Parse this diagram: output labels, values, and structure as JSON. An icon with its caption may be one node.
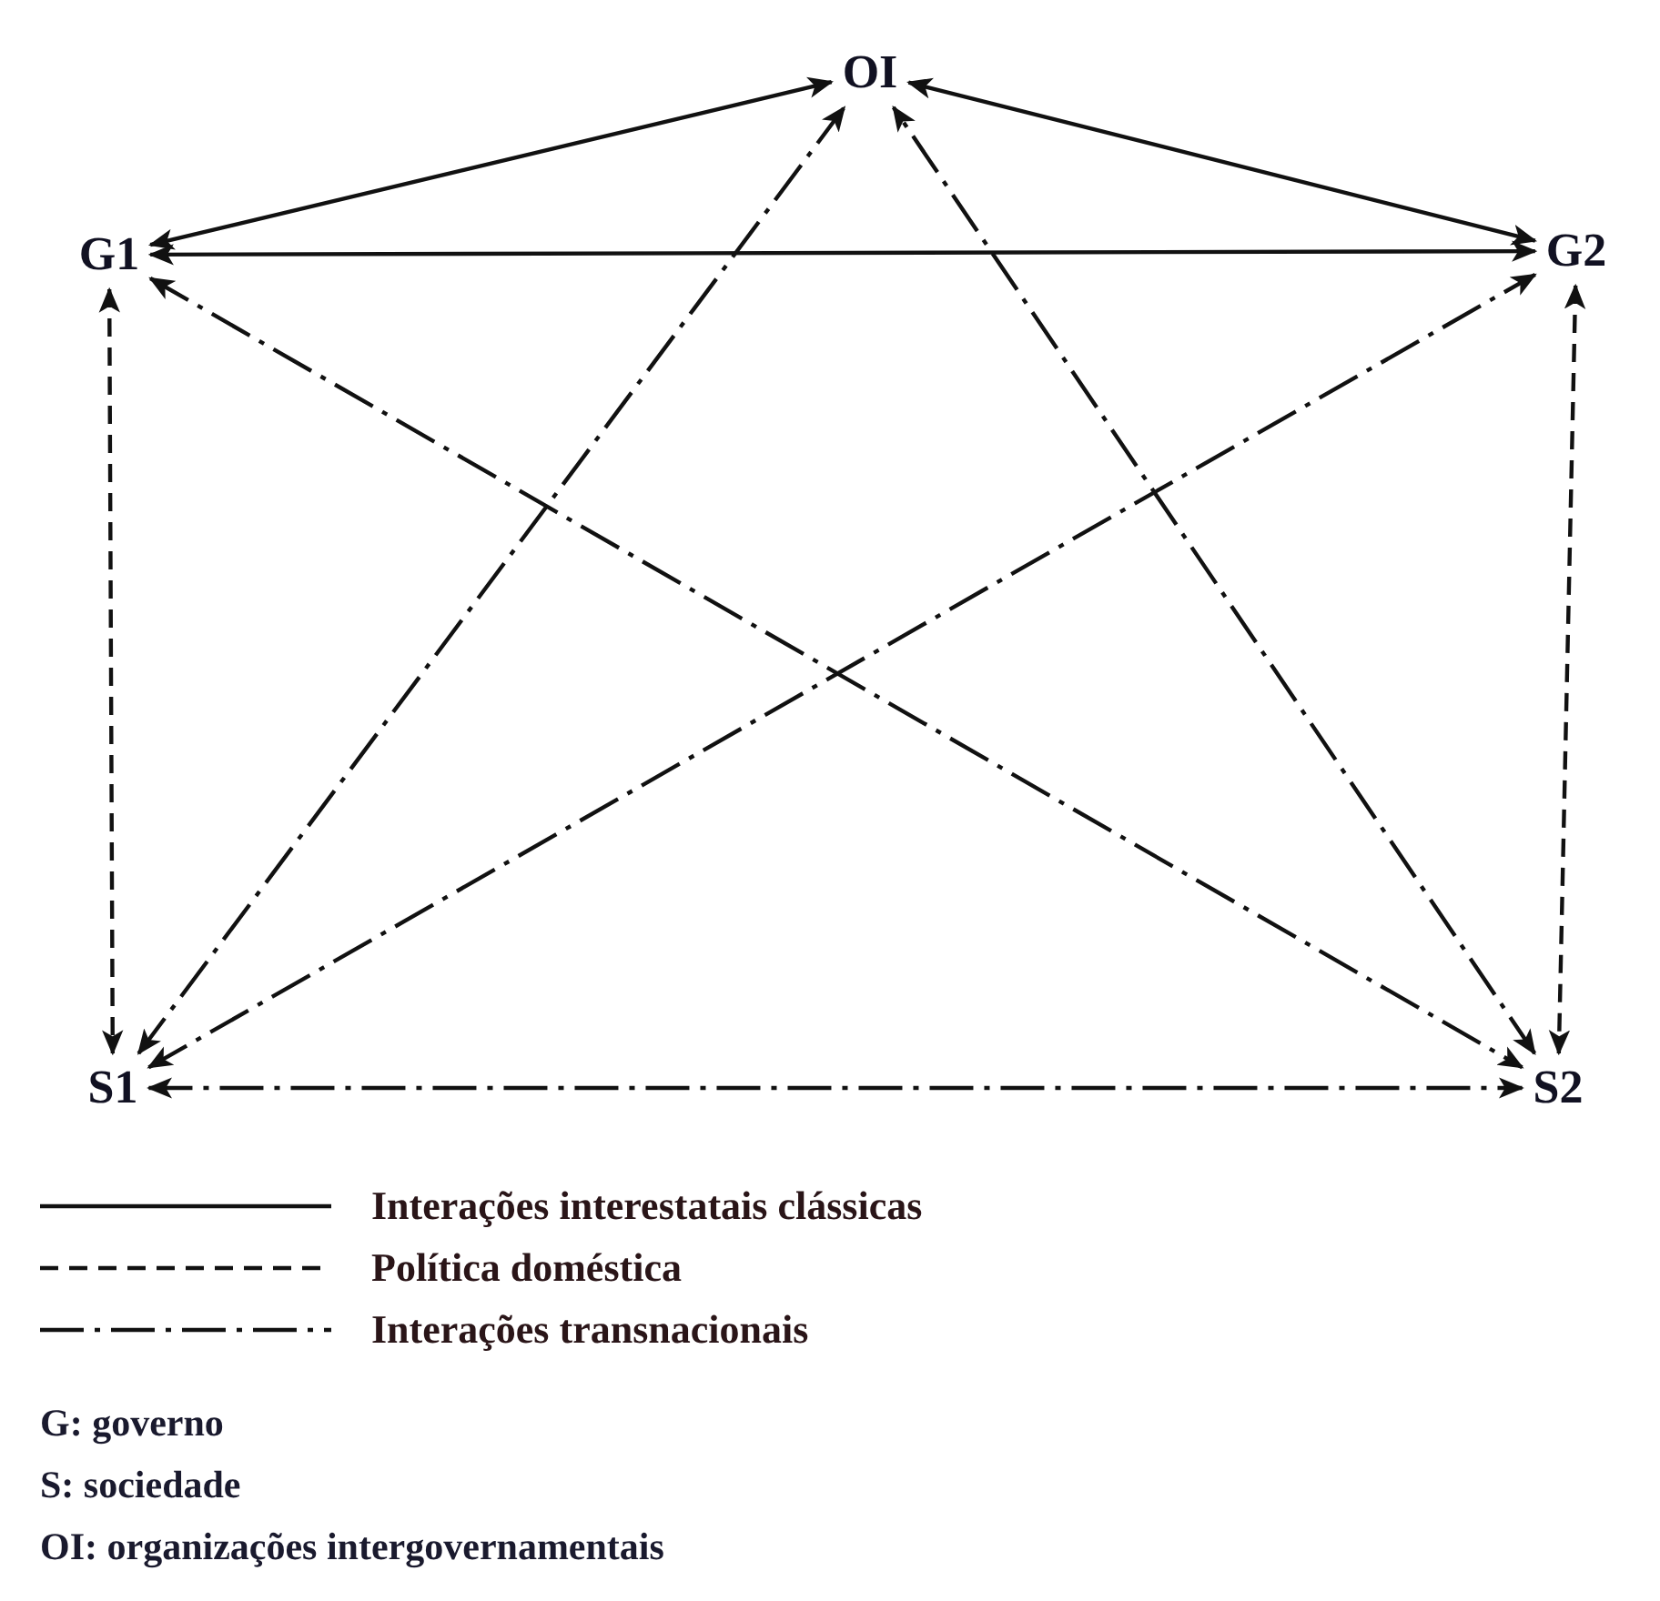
{
  "diagram": {
    "nodes": [
      {
        "text": [
          "OI"
        ]
      },
      {
        "text": [
          "G1"
        ]
      },
      {
        "text": [
          "G2"
        ]
      },
      {
        "text": [
          "S1"
        ]
      },
      {
        "text": [
          "S2"
        ]
      }
    ],
    "edges": [
      {
        "from": 1,
        "to": 0,
        "arrow": "both"
      },
      {
        "from": 0,
        "to": 2,
        "arrow": "both"
      },
      {
        "from": 1,
        "to": 2,
        "arrow": "both"
      },
      {
        "from": 1,
        "to": 3,
        "arrow": "both",
        "style": "dashed"
      },
      {
        "from": 2,
        "to": 4,
        "arrow": "both",
        "style": "dashed"
      },
      {
        "from": 3,
        "to": 0,
        "arrow": "both",
        "style": "dashed"
      },
      {
        "from": 4,
        "to": 0,
        "arrow": "both",
        "style": "dashed"
      },
      {
        "from": 1,
        "to": 4,
        "arrow": "both",
        "style": "dashed"
      },
      {
        "from": 3,
        "to": 2,
        "arrow": "both",
        "style": "dashed"
      },
      {
        "from": 3,
        "to": 4,
        "arrow": "both",
        "style": "dashed"
      }
    ],
    "labels": [
      "G: governo",
      "S: sociedade",
      "OI: organizações intergovernamentais"
    ],
    "legend": [
      {
        "text": "Interações interestatais clássicas"
      },
      {
        "text": "Política doméstica"
      },
      {
        "text": "Interações transnacionais"
      }
    ]
  }
}
